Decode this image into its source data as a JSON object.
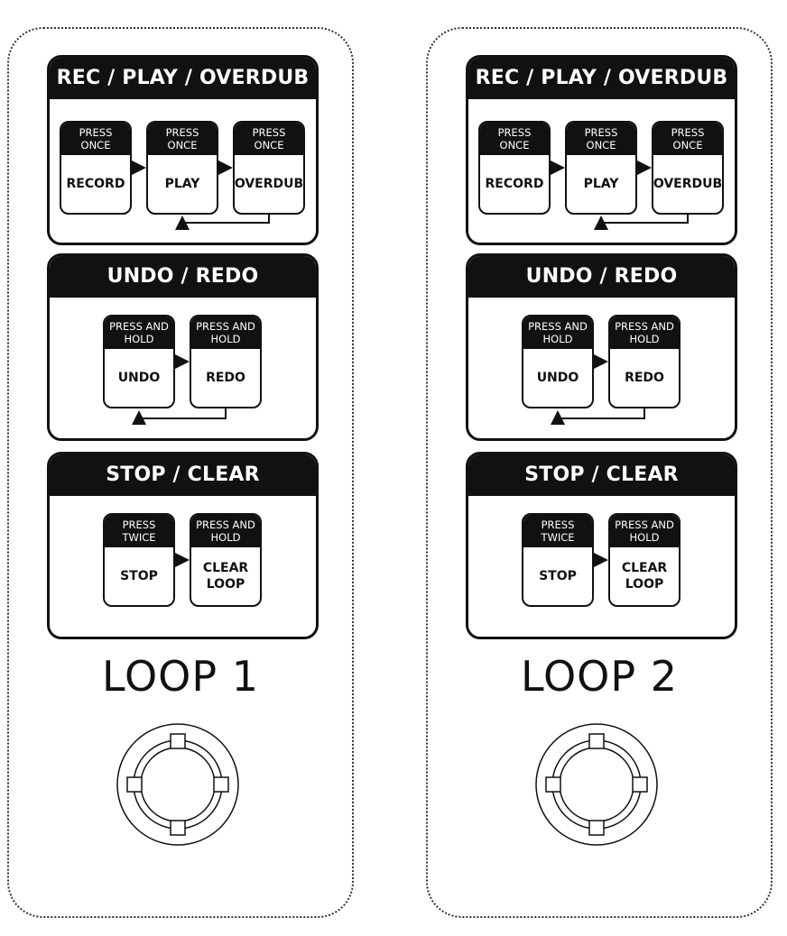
{
  "loops": [
    {
      "label": "LOOP 1",
      "rec_play": {
        "title": "REC / PLAY / OVERDUB",
        "buttons": [
          {
            "caption": "PRESS ONCE",
            "name": "RECORD"
          },
          {
            "caption": "PRESS ONCE",
            "name": "PLAY"
          },
          {
            "caption": "PRESS ONCE",
            "name": "OVERDUB"
          }
        ]
      },
      "undo_redo": {
        "title": "UNDO / REDO",
        "buttons": [
          {
            "caption": "PRESS AND HOLD",
            "name": "UNDO"
          },
          {
            "caption": "PRESS AND HOLD",
            "name": "REDO"
          }
        ]
      },
      "stop_clear": {
        "title": "STOP / CLEAR",
        "buttons": [
          {
            "caption": "PRESS TWICE",
            "name": "STOP"
          },
          {
            "caption": "PRESS AND HOLD",
            "name": "CLEAR\nLOOP"
          }
        ]
      },
      "footswitch_icon": "footswitch-icon"
    },
    {
      "label": "LOOP 2",
      "rec_play": {
        "title": "REC / PLAY / OVERDUB",
        "buttons": [
          {
            "caption": "PRESS ONCE",
            "name": "RECORD"
          },
          {
            "caption": "PRESS ONCE",
            "name": "PLAY"
          },
          {
            "caption": "PRESS ONCE",
            "name": "OVERDUB"
          }
        ]
      },
      "undo_redo": {
        "title": "UNDO / REDO",
        "buttons": [
          {
            "caption": "PRESS AND HOLD",
            "name": "UNDO"
          },
          {
            "caption": "PRESS AND HOLD",
            "name": "REDO"
          }
        ]
      },
      "stop_clear": {
        "title": "STOP / CLEAR",
        "buttons": [
          {
            "caption": "PRESS TWICE",
            "name": "STOP"
          },
          {
            "caption": "PRESS AND HOLD",
            "name": "CLEAR\nLOOP"
          }
        ]
      },
      "footswitch_icon": "footswitch-icon"
    }
  ]
}
